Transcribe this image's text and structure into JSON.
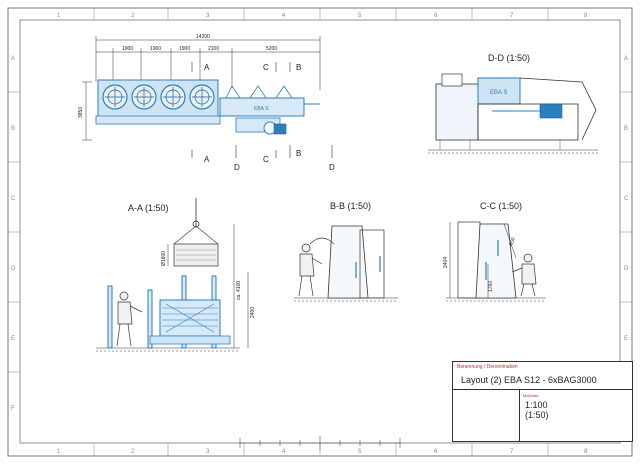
{
  "drawing": {
    "title_label": "Benennung / Denomination",
    "title": "Layout (2) EBA S12 - 6xBAG3000",
    "scale_label": "Maßstab",
    "scale_primary": "1:100",
    "scale_secondary": "(1:50)",
    "machine_label": "EBA S"
  },
  "views": {
    "top_plan": {
      "total_length": "14200",
      "segments": [
        "1900",
        "1900",
        "1900",
        "2100",
        "5200"
      ],
      "height_dim": "3850",
      "section_labels": [
        "A",
        "A",
        "C",
        "C",
        "B",
        "B",
        "D",
        "D"
      ]
    },
    "d_d": {
      "title": "D-D (1:50)"
    },
    "a_a": {
      "title": "A-A (1:50)",
      "dims": [
        "Ø1800",
        "ca. 4100",
        "2400"
      ]
    },
    "b_b": {
      "title": "B-B (1:50)"
    },
    "c_c": {
      "title": "C-C (1:50)",
      "dims": [
        "2404",
        "1760",
        "850"
      ]
    }
  },
  "border": {
    "columns": [
      "1",
      "2",
      "3",
      "4",
      "5",
      "6",
      "7",
      "8"
    ],
    "rows": [
      "A",
      "B",
      "C",
      "D",
      "E",
      "F"
    ]
  },
  "colors": {
    "accent": "#2a7fc0",
    "line": "#333333",
    "ground": "#999999"
  }
}
